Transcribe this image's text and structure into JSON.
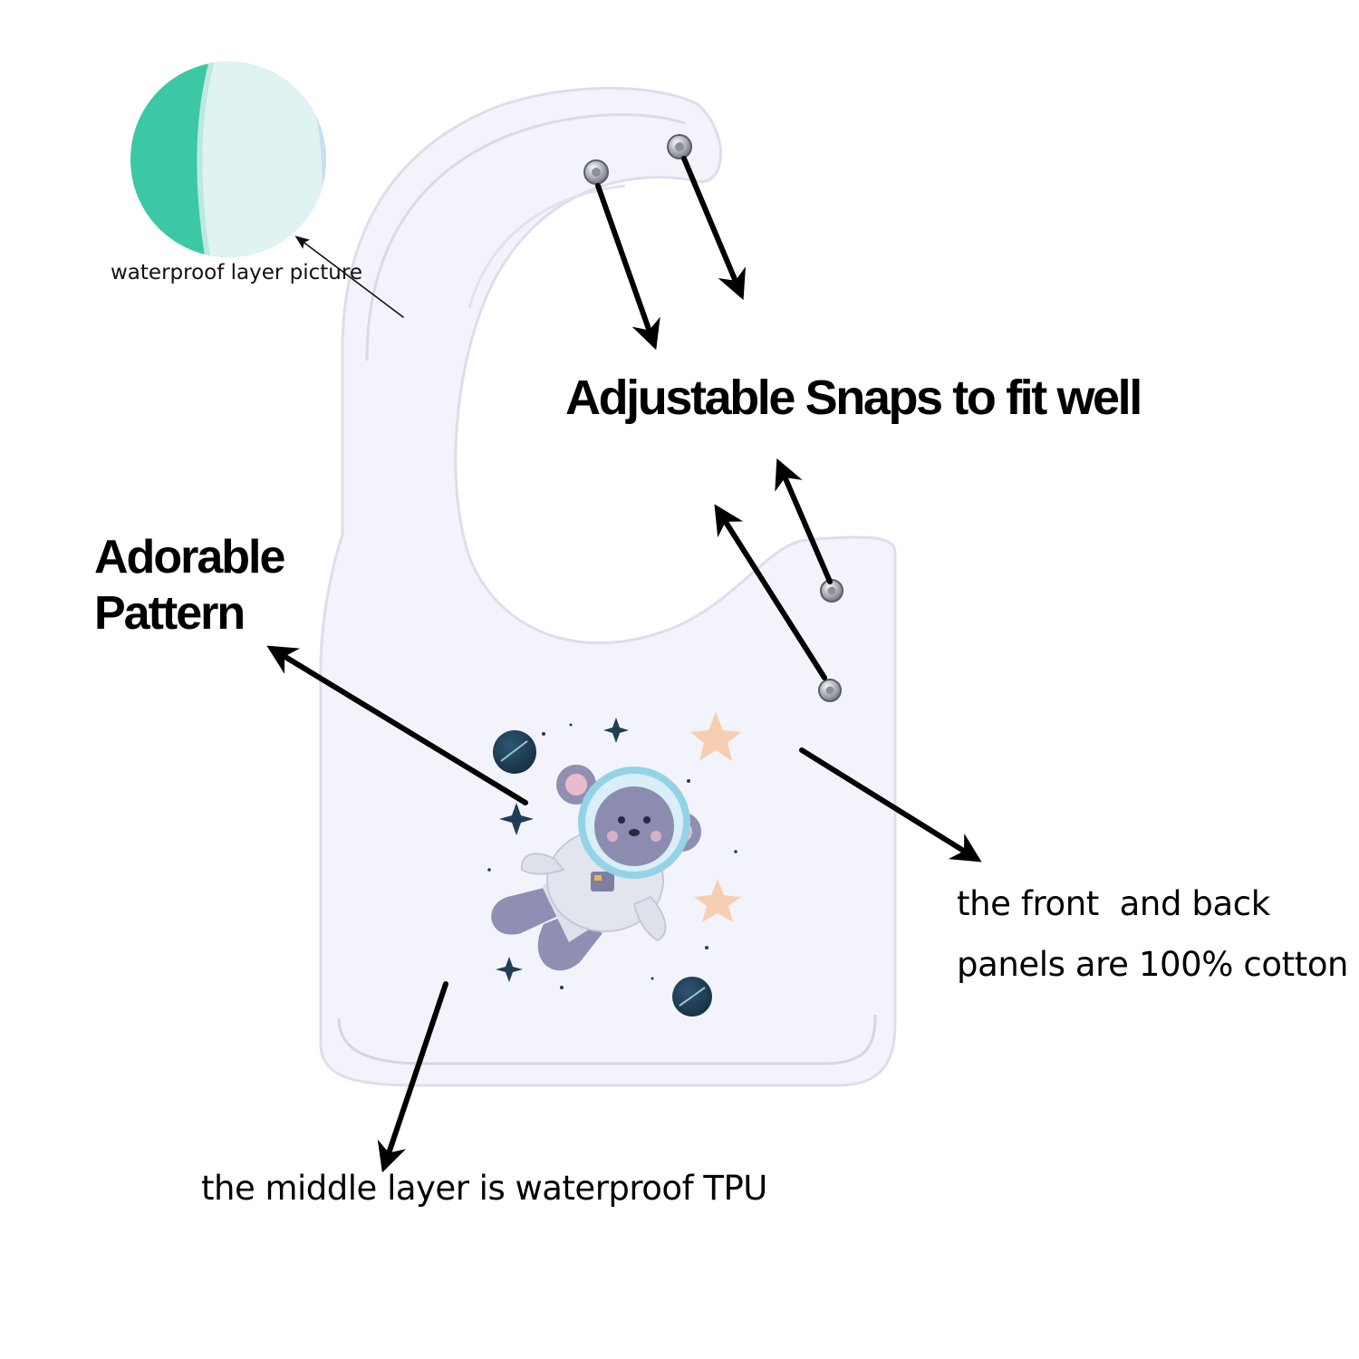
{
  "callouts": {
    "waterproof_picture": "waterproof layer picture",
    "snaps": "Adjustable Snaps to fit well",
    "pattern_line1": "Adorable",
    "pattern_line2": "Pattern",
    "cotton_line1": "the front  and back",
    "cotton_line2": "panels are 100% cotton",
    "middle_layer": "the middle layer is waterproof TPU"
  },
  "colors": {
    "background": "#ffffff",
    "bib_fabric": "#f3f4fb",
    "bib_outline": "#dcdeeb",
    "waterproof_teal": "#3cc8a4",
    "waterproof_light": "#e2f4f4",
    "arrow": "#000000",
    "planet_navy": "#1f3d54",
    "star_peach": "#f6c7a3"
  },
  "icons": {
    "snap_button": "snap-button-icon",
    "arrow": "arrow-icon",
    "planet": "planet-icon",
    "star": "star-icon",
    "koala_astronaut": "koala-astronaut-illustration"
  }
}
